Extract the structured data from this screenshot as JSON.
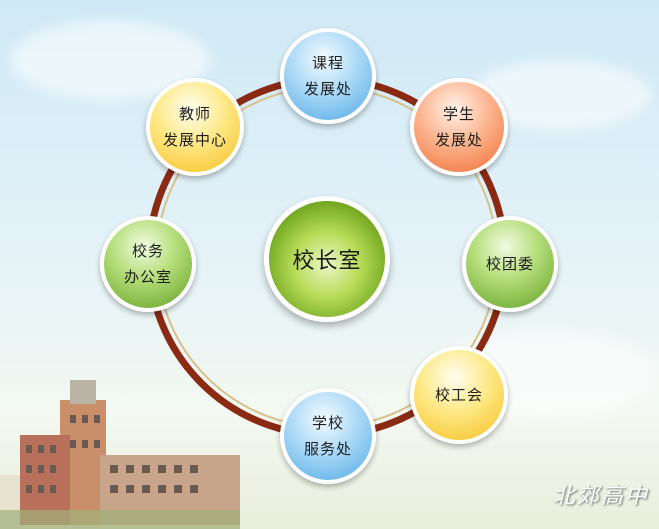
{
  "center_label": "校长室",
  "nodes": {
    "curriculum": {
      "line1": "课程",
      "line2": "发展处"
    },
    "student": {
      "line1": "学生",
      "line2": "发展处"
    },
    "youth_league": {
      "line1": "校团委"
    },
    "union": {
      "line1": "校工会"
    },
    "services": {
      "line1": "学校",
      "line2": "服务处"
    },
    "admin_office": {
      "line1": "校务",
      "line2": "办公室"
    },
    "teacher": {
      "line1": "教师",
      "line2": "发展中心"
    }
  },
  "watermark": "北郊高中",
  "colors": {
    "ring": "#8a2a12",
    "ring_inner": "#d8c08a",
    "node_blue": "#4fa9e6",
    "node_yellow": "#f7bd1f",
    "node_orange": "#f26a2f",
    "node_green": "#5f9f20"
  }
}
